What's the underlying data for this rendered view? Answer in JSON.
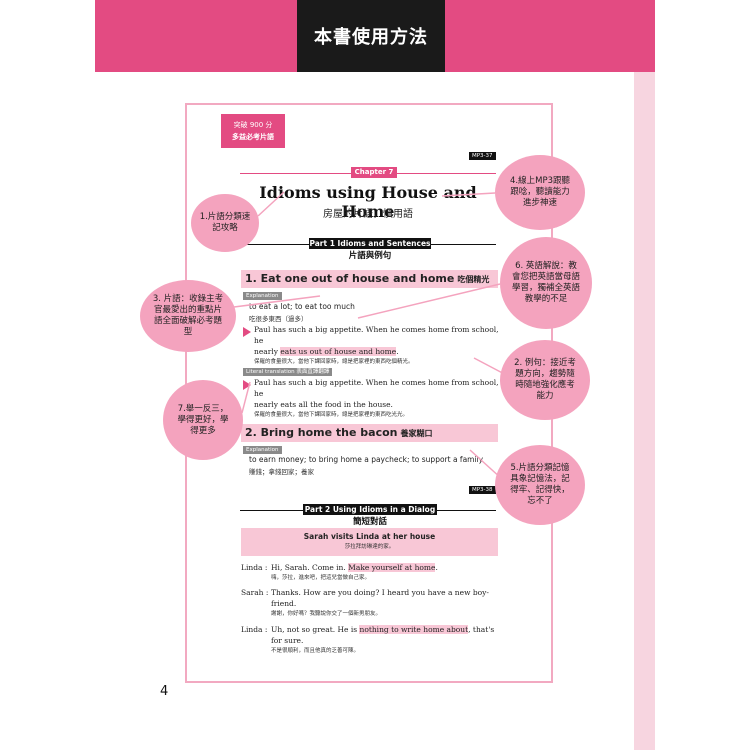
{
  "header": {
    "title": "本書使用方法"
  },
  "corner_tab": {
    "line1": "突破 900 分",
    "line2": "多益必考片語"
  },
  "mp3_top": "MP3-37",
  "mp3_mid": "MP3-38",
  "chapter": {
    "badge": "Chapter 7",
    "title": "Idioms using House and Home",
    "subtitle": "房屋的片語，慣用語"
  },
  "part1": {
    "bar": "Part 1 Idioms and Sentences",
    "sub": "片語與例句"
  },
  "idiom1": {
    "title": "1. Eat one out of house and home",
    "title_zh": "吃個精光",
    "explanation_tag": "Explanation",
    "explanation": "to eat a lot; to eat too much",
    "explanation_zh": "吃很多東西（過多）",
    "example_line1": "Paul has such a big appetite. When he comes home from school, he",
    "example_line2_pre": "nearly ",
    "example_line2_hl": "eats us out of house and home",
    "example_line2_post": ".",
    "example_zh": "保羅的食量很大，當他下課回家時，總是把家裡的東西吃個精光。",
    "literal_tag": "Literal translation 表面直譯翻譯",
    "literal_line1": "Paul has such a big appetite. When he comes home from school, he",
    "literal_line2": "nearly eats all the food in the house.",
    "literal_zh": "保羅的食量很大，當他下課回家時，總是把家裡的東西吃光光。"
  },
  "idiom2": {
    "title": "2. Bring home the bacon",
    "title_zh": "養家糊口",
    "explanation_tag": "Explanation",
    "explanation": "to earn money; to bring home a paycheck; to support a family",
    "explanation_zh": "賺錢；拿錢回家；養家"
  },
  "part2": {
    "bar": "Part 2 Using Idioms in a Dialog",
    "sub": "簡短對話"
  },
  "dialog": {
    "title": "Sarah visits Linda at her house",
    "title_zh": "莎拉拜訪琳達的家。",
    "lines": [
      {
        "speaker": "Linda :",
        "text_pre": "Hi, Sarah. Come in. ",
        "text_hl": "Make yourself at home",
        "text_post": ".",
        "line2": "",
        "zh": "嗨，莎拉，進來吧，把這兒當做自己家。"
      },
      {
        "speaker": "Sarah :",
        "text_pre": "Thanks. How are you doing? I heard you have a new boy-",
        "text_hl": "",
        "text_post": "",
        "line2": "friend.",
        "zh": "謝謝，你好嗎？我聽說你交了一個新男朋友。"
      },
      {
        "speaker": "Linda :",
        "text_pre": "Uh, not so great. He is ",
        "text_hl": "nothing to write home about",
        "text_post": ", that's",
        "line2": "for sure.",
        "zh": "不是很順利，而且他真的乏善可陳。"
      }
    ]
  },
  "bubbles": {
    "b1": "1.片語分類速記攻略",
    "b3": "3. 片語：收錄主考官最愛出的重點片語全面破解必考題型",
    "b4": "4.線上MP3跟聽跟唸，聽讀能力進步神速",
    "b6": "6. 英語解說：教會您把英語當母語學習，獨補全英語教學的不足",
    "b2": "2. 例句：接近考題方向，趨勢隨時隨地強化應考能力",
    "b7": "7.舉一反三，學得更好，學得更多",
    "b5": "5.片語分類記憶具象記憶法，記得牢、記得快，忘不了"
  },
  "page_number": "4",
  "colors": {
    "accent": "#e34b82",
    "highlight": "#f8c7d6",
    "bubble": "#f4a3be",
    "dark": "#1a1a1a"
  }
}
